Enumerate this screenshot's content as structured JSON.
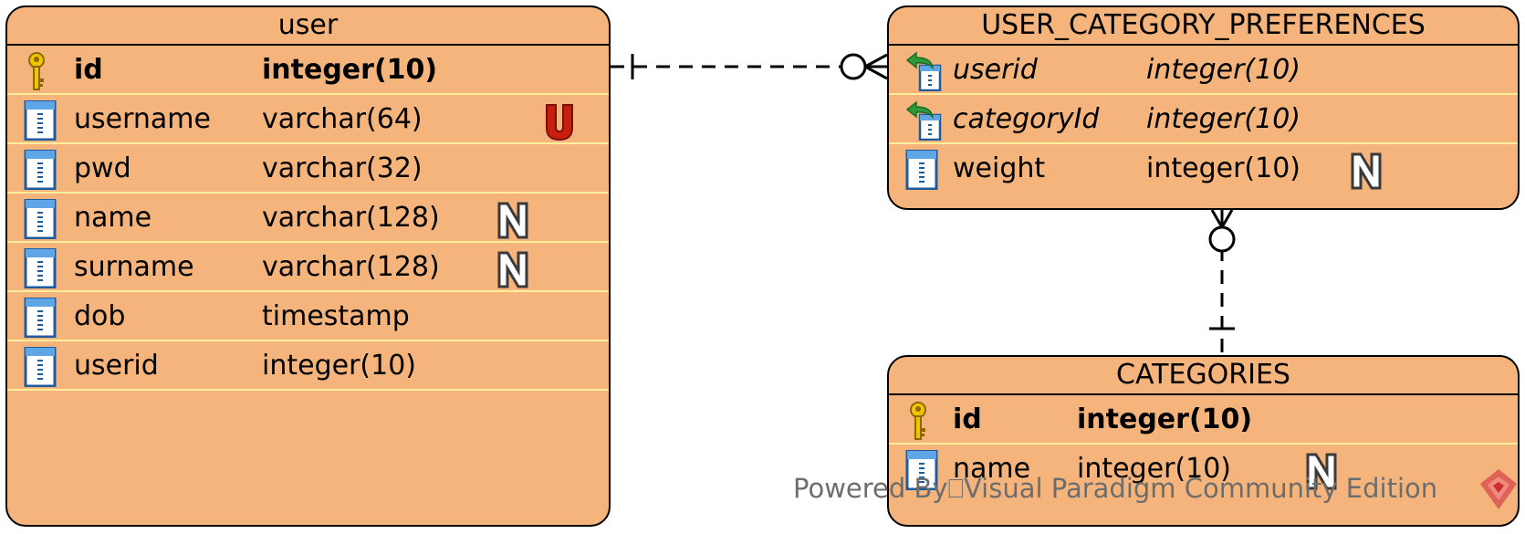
{
  "entities": {
    "user": {
      "title": "user",
      "columns": [
        {
          "name": "id",
          "type": "integer(10)",
          "key": "pk",
          "flag": ""
        },
        {
          "name": "username",
          "type": "varchar(64)",
          "key": "",
          "flag": "U"
        },
        {
          "name": "pwd",
          "type": "varchar(32)",
          "key": "",
          "flag": ""
        },
        {
          "name": "name",
          "type": "varchar(128)",
          "key": "",
          "flag": "N"
        },
        {
          "name": "surname",
          "type": "varchar(128)",
          "key": "",
          "flag": "N"
        },
        {
          "name": "dob",
          "type": "timestamp",
          "key": "",
          "flag": ""
        },
        {
          "name": "userid",
          "type": "integer(10)",
          "key": "",
          "flag": ""
        }
      ]
    },
    "user_category_preferences": {
      "title": "USER_CATEGORY_PREFERENCES",
      "columns": [
        {
          "name": "userid",
          "type": "integer(10)",
          "key": "fk",
          "flag": ""
        },
        {
          "name": "categoryId",
          "type": "integer(10)",
          "key": "fk",
          "flag": ""
        },
        {
          "name": "weight",
          "type": "integer(10)",
          "key": "",
          "flag": "N"
        }
      ]
    },
    "categories": {
      "title": "CATEGORIES",
      "columns": [
        {
          "name": "id",
          "type": "integer(10)",
          "key": "pk",
          "flag": ""
        },
        {
          "name": "name",
          "type": "integer(10)",
          "key": "",
          "flag": "N"
        }
      ]
    }
  },
  "relationships": [
    {
      "from": "user",
      "to": "user_category_preferences",
      "from_end": "one",
      "to_end": "zero-or-many",
      "line": "dashed"
    },
    {
      "from": "categories",
      "to": "user_category_preferences",
      "from_end": "one",
      "to_end": "zero-or-many",
      "line": "dashed"
    }
  ],
  "icons": {
    "pk": "key-icon",
    "fk": "foreign-key-icon",
    "column": "column-icon",
    "unique_flag": "unique-badge-icon",
    "nullable_flag": "nullable-badge-icon"
  },
  "colors": {
    "entity_fill": "#f4b47c",
    "row_separator": "#ffef9c",
    "unique_badge": "#c81e0c",
    "watermark_text": "#6d6d6d"
  },
  "watermark": "Powered By⎕Visual Paradigm Community Edition"
}
